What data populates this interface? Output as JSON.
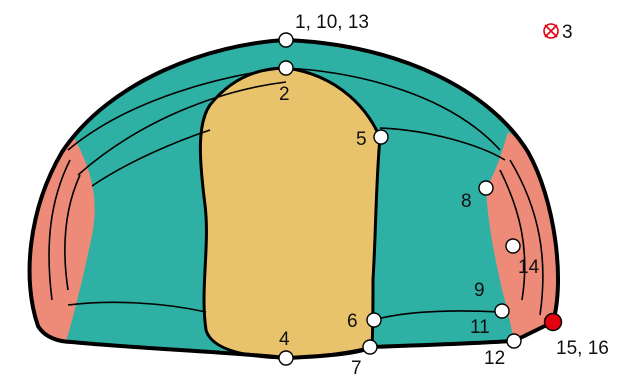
{
  "colors": {
    "background": "#ffffff",
    "teal": "#2fb0a4",
    "salmon": "#ee8b78",
    "tan": "#e8c36b",
    "outline": "#000000",
    "landmark_fill": "#ffffff",
    "highlight_landmark": "#e3000f",
    "missing_marker": "#e3000f"
  },
  "landmarks": [
    {
      "id": "lm-1-10-13",
      "label": "1, 10, 13"
    },
    {
      "id": "lm-2",
      "label": "2"
    },
    {
      "id": "lm-5",
      "label": "5"
    },
    {
      "id": "lm-8",
      "label": "8"
    },
    {
      "id": "lm-14",
      "label": "14"
    },
    {
      "id": "lm-9",
      "label": "9"
    },
    {
      "id": "lm-11",
      "label": "11"
    },
    {
      "id": "lm-6",
      "label": "6"
    },
    {
      "id": "lm-4",
      "label": "4"
    },
    {
      "id": "lm-7",
      "label": "7"
    },
    {
      "id": "lm-12",
      "label": "12"
    },
    {
      "id": "lm-15-16",
      "label": "15, 16",
      "highlighted": true
    }
  ],
  "missing_landmark": {
    "label": "3",
    "icon": "crossed-circle-icon"
  }
}
